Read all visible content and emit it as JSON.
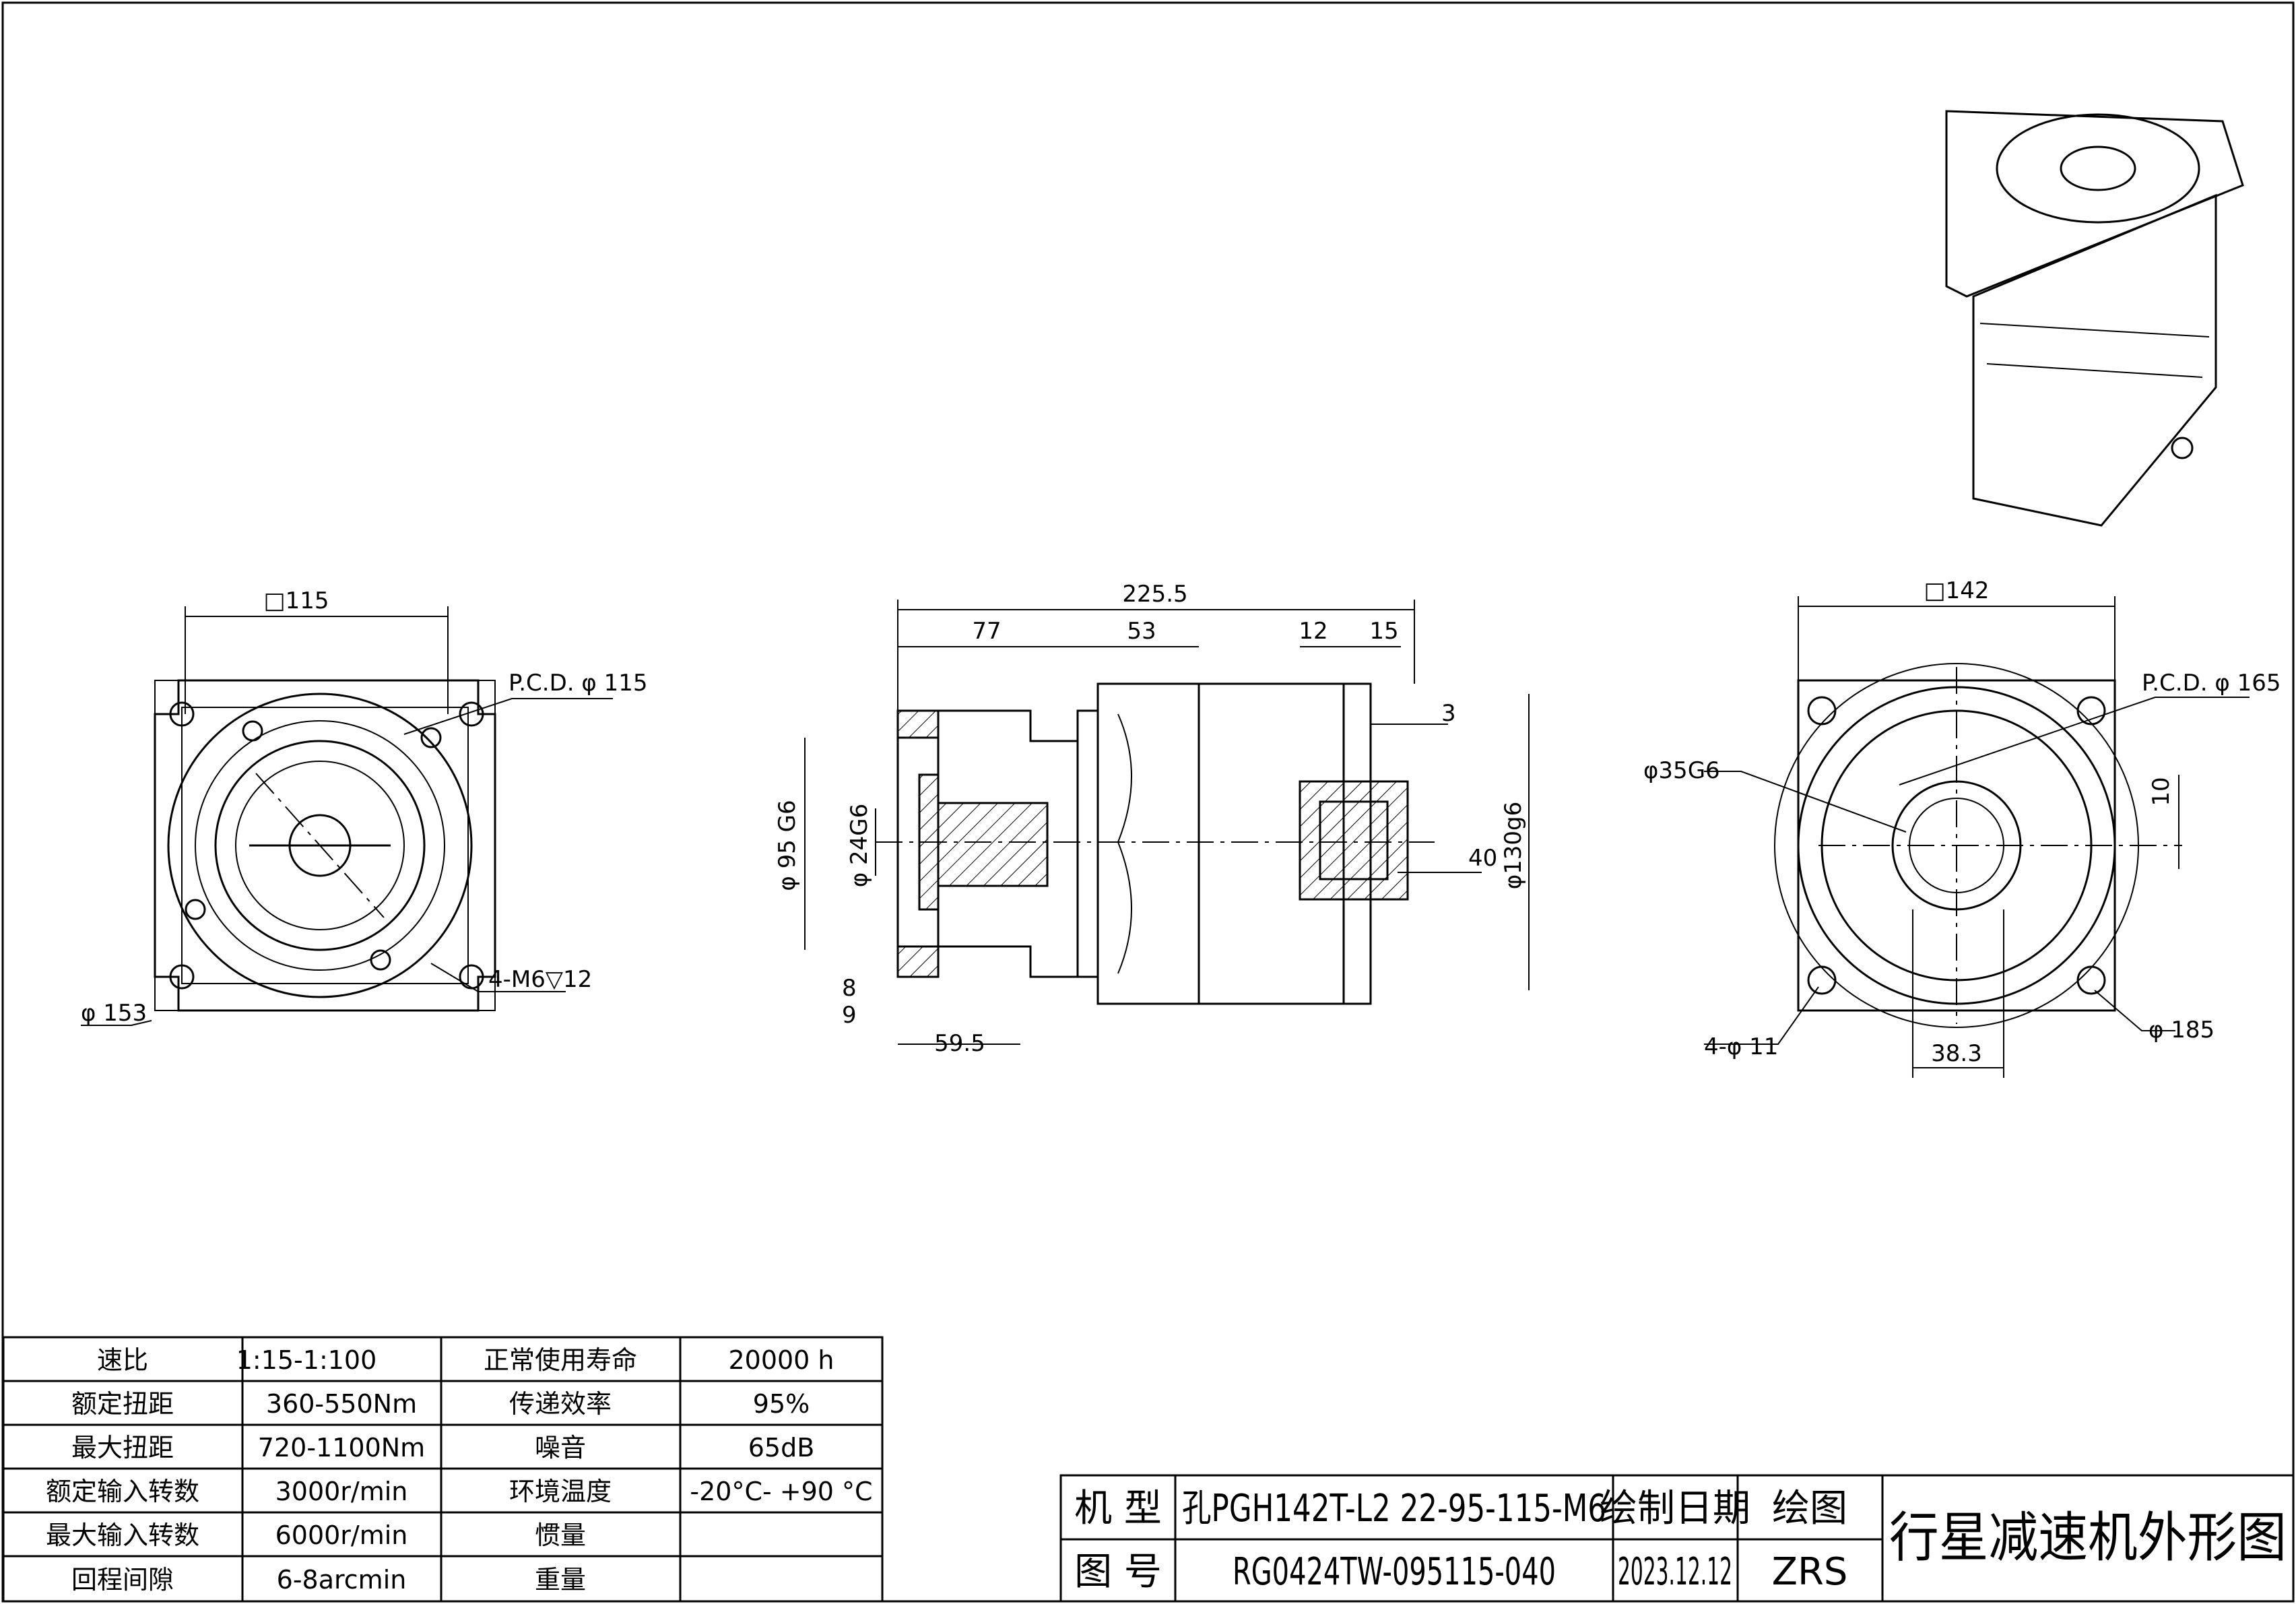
{
  "front_view": {
    "square_size": "□115",
    "pcd": "P.C.D. φ 115",
    "diameter": "φ 153",
    "holes": "4-M6▽12"
  },
  "side_view": {
    "total_length": "225.5",
    "len_77": "77",
    "len_53": "53",
    "len_12": "12",
    "len_15": "15",
    "len_3": "3",
    "dia_95": "φ 95 G6",
    "dia_24": "φ 24G6",
    "dia_130": "φ130g6",
    "len_40": "40",
    "len_8": "8",
    "len_9": "9",
    "len_59_5": "59.5"
  },
  "rear_view": {
    "square_size": "□142",
    "pcd": "P.C.D.   φ 165",
    "bore": "φ35G6",
    "key_10": "10",
    "holes": "4-φ 11",
    "dia_185": "φ 185",
    "key_38_3": "38.3"
  },
  "spec_table": {
    "rows": [
      [
        "速比",
        "1:15-1:100",
        "正常使用寿命",
        "20000 h"
      ],
      [
        "额定扭距",
        "360-550Nm",
        "传递效率",
        "95%"
      ],
      [
        "最大扭距",
        "720-1100Nm",
        "噪音",
        "65dB"
      ],
      [
        "额定输入转数",
        "3000r/min",
        "环境温度",
        "-20°C- +90 °C"
      ],
      [
        "最大输入转数",
        "6000r/min",
        "惯量",
        ""
      ],
      [
        "回程间隙",
        "6-8arcmin",
        "重量",
        ""
      ]
    ]
  },
  "title_block": {
    "model_label": "机 型",
    "model_value": "孔PGH142T-L2 22-95-115-M6",
    "date_label": "绘制日期",
    "drawer_label": "绘图",
    "title": "行星减速机外形图",
    "number_label": "图 号",
    "number_value": "RG0424TW-095115-040",
    "date_value": "2023.12.12",
    "drawer_value": "ZRS"
  }
}
